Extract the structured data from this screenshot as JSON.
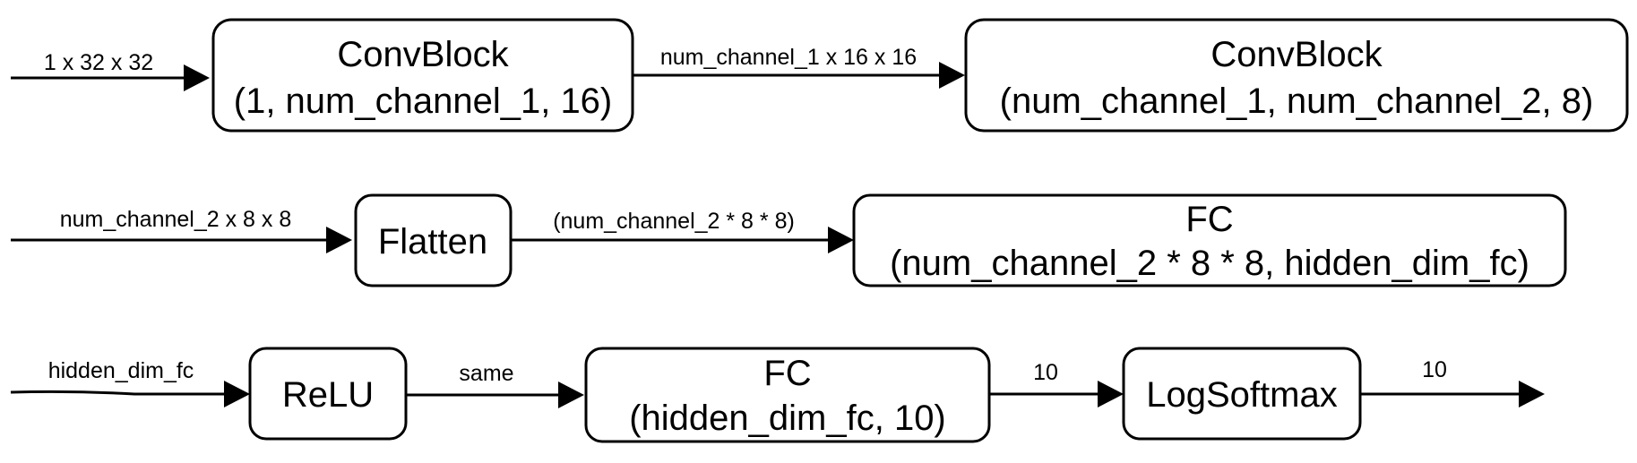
{
  "nodes": {
    "convblock_1": {
      "lines": [
        "ConvBlock",
        "(1, num_channel_1, 16)"
      ]
    },
    "convblock_2": {
      "lines": [
        "ConvBlock",
        "(num_channel_1, num_channel_2, 8)"
      ]
    },
    "flatten": {
      "lines": [
        "Flatten"
      ]
    },
    "fc_1": {
      "lines": [
        "FC",
        "(num_channel_2 * 8 * 8, hidden_dim_fc)"
      ]
    },
    "relu": {
      "lines": [
        "ReLU"
      ]
    },
    "fc_2": {
      "lines": [
        "FC",
        "(hidden_dim_fc, 10)"
      ]
    },
    "logsoftmax": {
      "lines": [
        "LogSoftmax"
      ]
    }
  },
  "edges": {
    "input_1": {
      "label": "1 x 32 x 32"
    },
    "conv1_to_conv2": {
      "label": "num_channel_1 x 16 x 16"
    },
    "input_2": {
      "label": "num_channel_2 x 8 x 8"
    },
    "flatten_to_fc": {
      "label": "(num_channel_2 * 8 * 8)"
    },
    "input_3": {
      "label": "hidden_dim_fc"
    },
    "relu_to_fc": {
      "label": "same"
    },
    "fc_to_logsoftmax": {
      "label": "10"
    },
    "output": {
      "label": "10"
    }
  },
  "colors": {
    "stroke": "#000000",
    "fill": "#ffffff",
    "text": "#000000"
  }
}
